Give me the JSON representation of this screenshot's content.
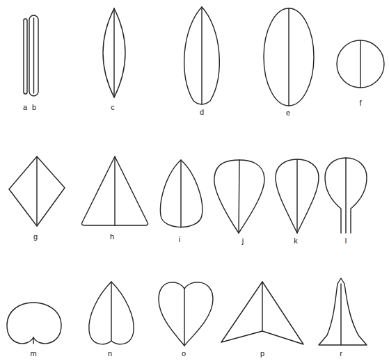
{
  "diagram": {
    "labels": [
      "a",
      "b",
      "c",
      "d",
      "e",
      "f",
      "g",
      "h",
      "i",
      "j",
      "k",
      "l",
      "m",
      "n",
      "o",
      "p",
      "r"
    ]
  }
}
